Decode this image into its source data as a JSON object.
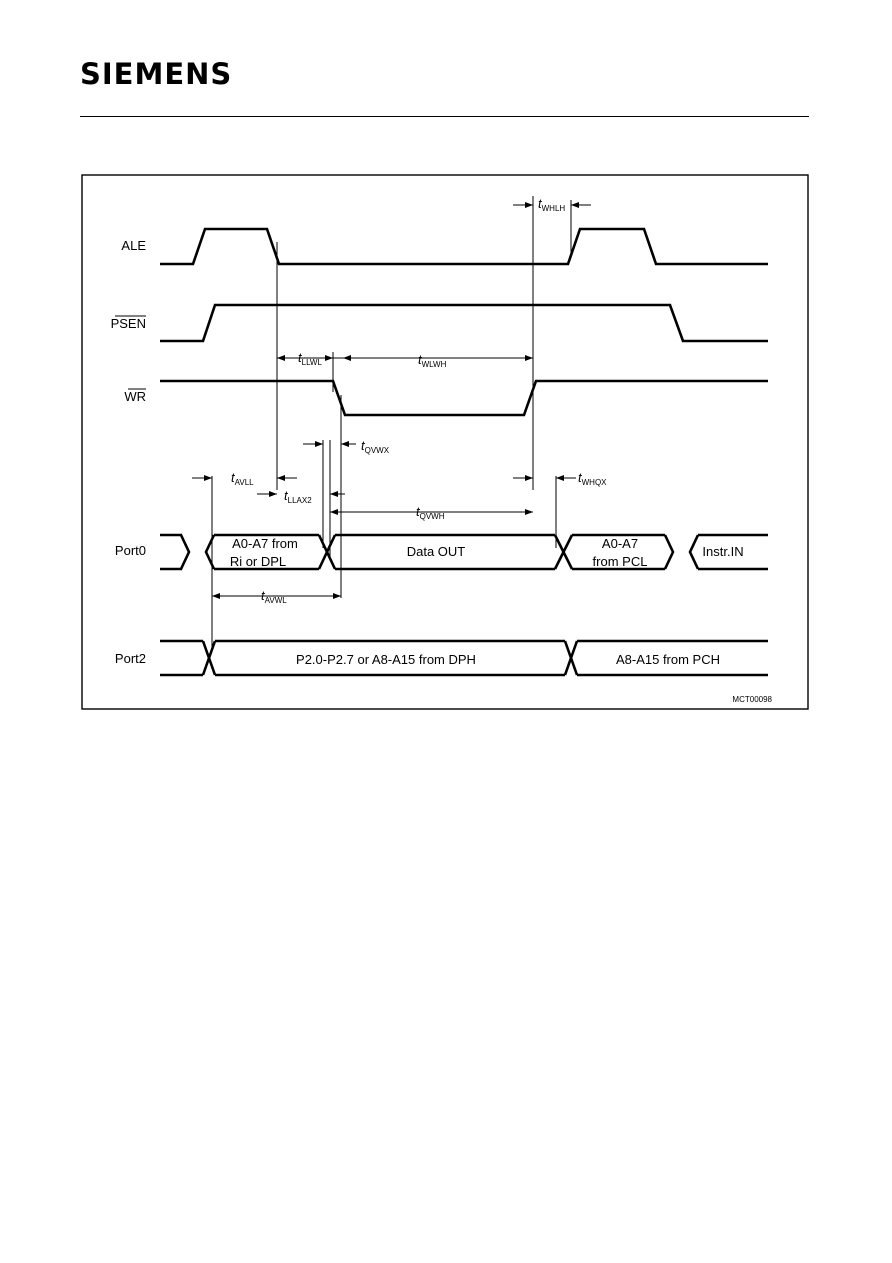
{
  "header": {
    "logo": "SIEMENS"
  },
  "diagram": {
    "signals": {
      "ale": "ALE",
      "psen": "PSEN",
      "wr": "WR",
      "port0": "Port0",
      "port2": "Port2"
    },
    "port0_bus": {
      "addr_line1": "A0-A7 from",
      "addr_line2": "Ri or DPL",
      "data": "Data OUT",
      "pcl_line1": "A0-A7",
      "pcl_line2": "from PCL",
      "instr": "Instr.IN"
    },
    "port2_bus": {
      "dph": "P2.0-P2.7 or A8-A15 from DPH",
      "pch": "A8-A15 from PCH"
    },
    "timing": [
      {
        "id": "whlh",
        "t": "t",
        "sub": "WHLH"
      },
      {
        "id": "llwl",
        "t": "t",
        "sub": "LLWL"
      },
      {
        "id": "wlwh",
        "t": "t",
        "sub": "WLWH"
      },
      {
        "id": "qvwx",
        "t": "t",
        "sub": "QVWX"
      },
      {
        "id": "avll",
        "t": "t",
        "sub": "AVLL"
      },
      {
        "id": "llax2",
        "t": "t",
        "sub": "LLAX2"
      },
      {
        "id": "whqx",
        "t": "t",
        "sub": "WHQX"
      },
      {
        "id": "qvwh",
        "t": "t",
        "sub": "QVWH"
      },
      {
        "id": "avwl",
        "t": "t",
        "sub": "AVWL"
      }
    ],
    "figure_code": "MCT00098"
  }
}
